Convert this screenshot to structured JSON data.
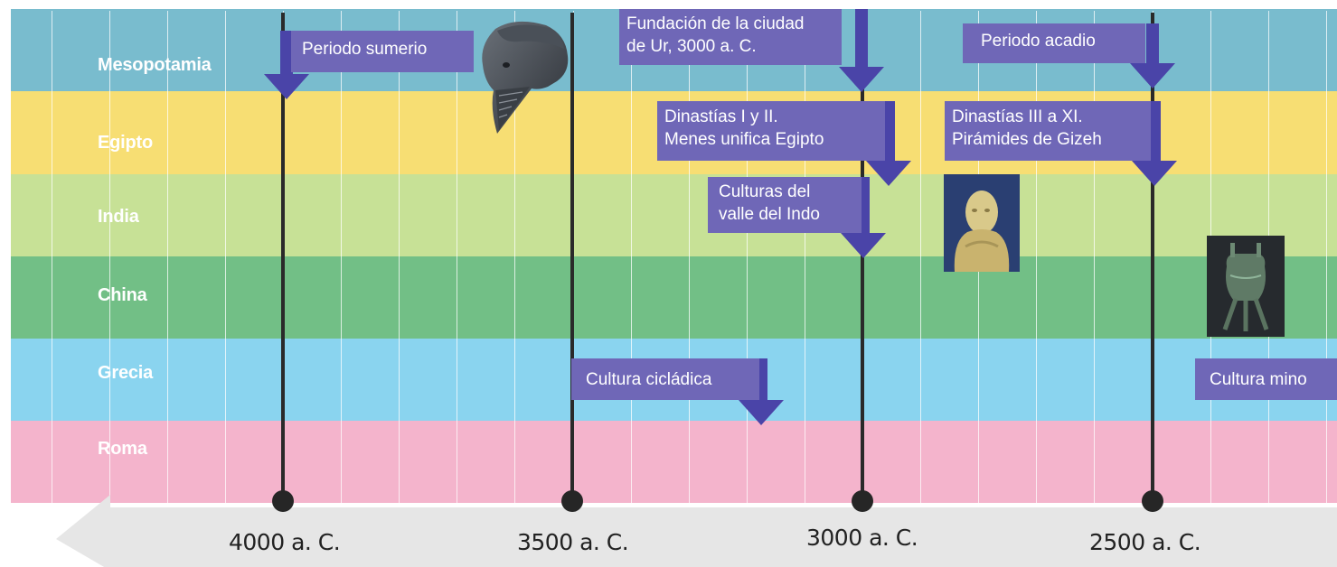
{
  "regions": [
    {
      "label": "Mesopotamia",
      "color": "#79bcce"
    },
    {
      "label": "Egipto",
      "color": "#f7de73"
    },
    {
      "label": "India",
      "color": "#c7e196"
    },
    {
      "label": "China",
      "color": "#72bf86"
    },
    {
      "label": "Grecia",
      "color": "#8ad4ef"
    },
    {
      "label": "Roma",
      "color": "#f4b4cc"
    }
  ],
  "axis": {
    "ticks": [
      "4000 a. C.",
      "3500 a. C.",
      "3000 a. C.",
      "2500 a. C."
    ]
  },
  "events": {
    "sumerio": {
      "lines": [
        "Periodo sumerio"
      ]
    },
    "ur": {
      "lines": [
        "Fundación de la ciudad",
        "de Ur, 3000 a. C."
      ]
    },
    "acadio": {
      "lines": [
        "Periodo acadio"
      ]
    },
    "dinastias_1_2": {
      "lines": [
        "Dinastías I y II.",
        "Menes unifica Egipto"
      ]
    },
    "dinastias_3_11": {
      "lines": [
        "Dinastías III a XI.",
        "Pirámides de Gizeh"
      ]
    },
    "indo": {
      "lines": [
        "Culturas del",
        "valle del Indo"
      ]
    },
    "cicladica": {
      "lines": [
        "Cultura cicládica"
      ]
    },
    "minoica": {
      "lines": [
        "Cultura mino"
      ]
    }
  },
  "artifacts": [
    {
      "icon": "sumerian-head-sculpture-icon"
    },
    {
      "icon": "indus-figurine-icon"
    },
    {
      "icon": "chinese-bronze-vessel-icon"
    }
  ],
  "colors": {
    "event_box": "#6f67b7",
    "pointer": "#4a44a8",
    "era_line": "#2a2a2a",
    "axis": "#e6e6e6"
  }
}
